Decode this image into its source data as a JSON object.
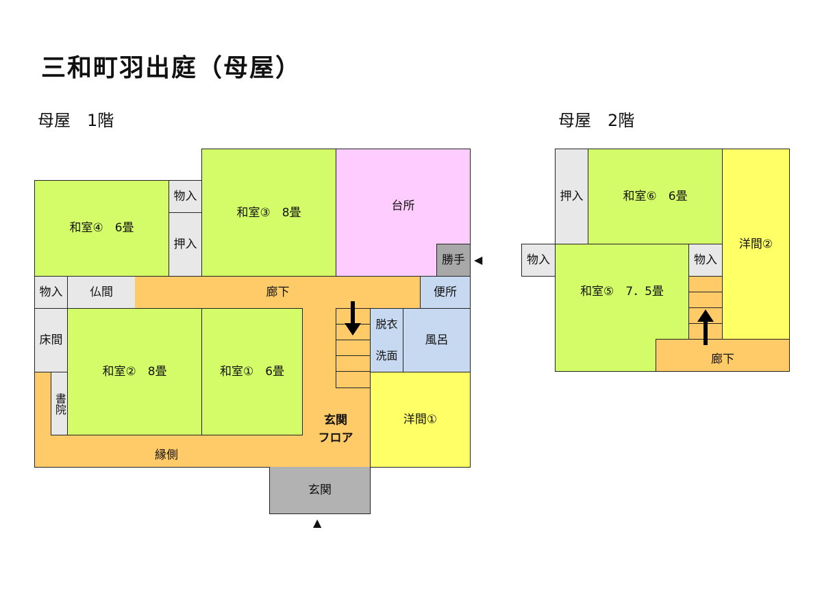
{
  "title": "三和町羽出庭（母屋）",
  "floor1": {
    "heading": "母屋　1階",
    "rooms": {
      "washitsu4": "和室④　6畳",
      "monoire_top": "物入",
      "oshiire": "押入",
      "washitsu3": "和室③　8畳",
      "daidokoro": "台所",
      "katte": "勝手",
      "monoire_left": "物入",
      "butsuma": "仏間",
      "rouka": "廊下",
      "benjo": "便所",
      "tokonoma": "床間",
      "shoin": "書院",
      "washitsu2": "和室②　8畳",
      "washitsu1": "和室①　6畳",
      "datsui": "脱衣",
      "senmen": "洗面",
      "furo": "風呂",
      "genkan_floor": "玄関\nフロア",
      "youma1": "洋間①",
      "engawa": "縁側",
      "genkan": "玄関"
    }
  },
  "floor2": {
    "heading": "母屋　2階",
    "rooms": {
      "oshiire": "押入",
      "washitsu6": "和室⑥　6畳",
      "youma2": "洋間②",
      "monoire_left": "物入",
      "washitsu5": "和室⑤　7．5畳",
      "monoire_right": "物入",
      "rouka": "廊下"
    }
  },
  "colors": {
    "washitsu": "#d4fc68",
    "storage": "#e8e8e8",
    "kitchen": "#ffccff",
    "corridor": "#ffca68",
    "water": "#c6d9f0",
    "western": "#ffff66",
    "entrance": "#b2b2b2"
  }
}
